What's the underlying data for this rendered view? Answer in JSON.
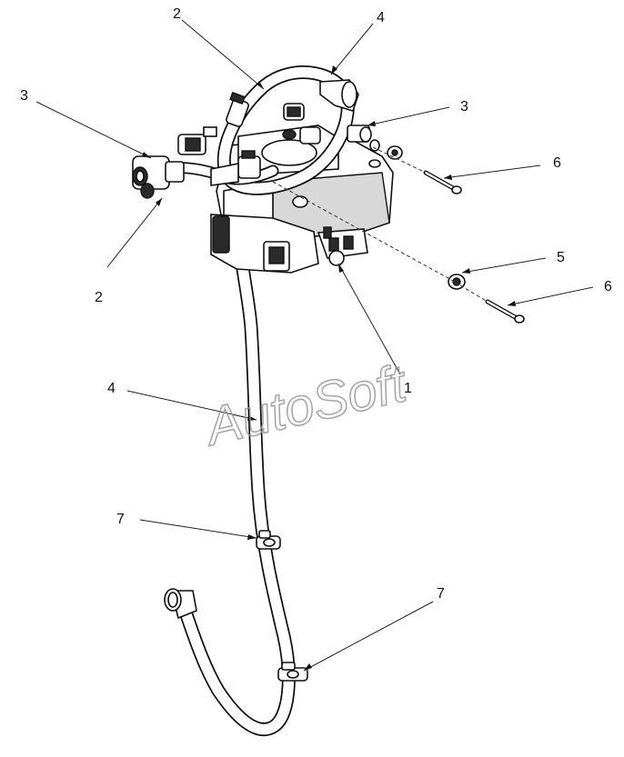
{
  "watermark": "AutoSoft",
  "callouts": [
    {
      "id": "c2-top",
      "label": "2"
    },
    {
      "id": "c4-top",
      "label": "4"
    },
    {
      "id": "c3-left",
      "label": "3"
    },
    {
      "id": "c3-right",
      "label": "3"
    },
    {
      "id": "c6-top",
      "label": "6"
    },
    {
      "id": "c2-left",
      "label": "2"
    },
    {
      "id": "c5",
      "label": "5"
    },
    {
      "id": "c6-bottom",
      "label": "6"
    },
    {
      "id": "c4-mid",
      "label": "4"
    },
    {
      "id": "c1",
      "label": "1"
    },
    {
      "id": "c7-left",
      "label": "7"
    },
    {
      "id": "c7-bottom",
      "label": "7"
    }
  ]
}
